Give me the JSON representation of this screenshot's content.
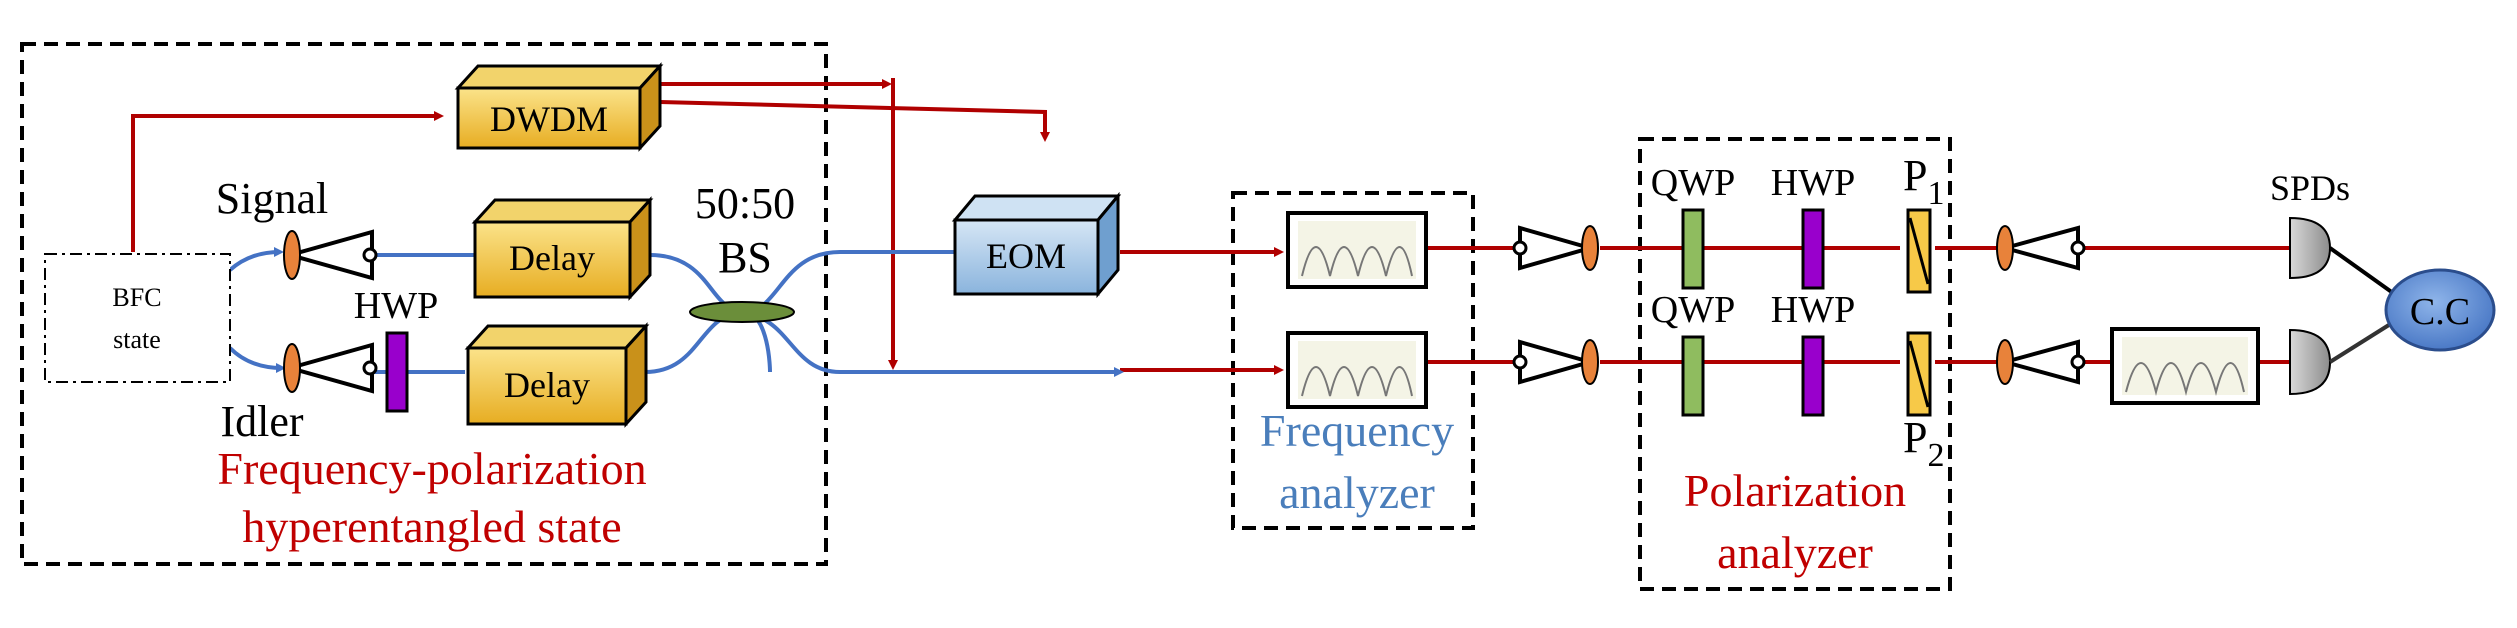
{
  "source": {
    "line1": "BFC",
    "line2": "state"
  },
  "labels": {
    "signal": "Signal",
    "idler": "Idler",
    "hwp_idler": "HWP",
    "ratio": "50:50",
    "bs": "BS",
    "qwp1": "QWP",
    "hwp1": "HWP",
    "qwp2": "QWP",
    "hwp2": "HWP",
    "p1": "P",
    "p1_sub": "1",
    "p2": "P",
    "p2_sub": "2",
    "spds": "SPDs"
  },
  "boxes": {
    "dwdm": "DWDM",
    "delay1": "Delay",
    "delay2": "Delay",
    "eom": "EOM",
    "cc": "C.C"
  },
  "region_titles": {
    "hyper_line1": "Frequency-polarization",
    "hyper_line2": "hyperentangled state",
    "freq_line1": "Frequency",
    "freq_line2": "analyzer",
    "pol_line1": "Polarization",
    "pol_line2": "analyzer"
  },
  "colors": {
    "red_path": "#b00000",
    "blue_fiber": "#4472c4",
    "box_yellow": "#f5c542",
    "box_blue": "#9dc3e6",
    "hwp_purple": "#9900cc",
    "qwp_green": "#8fbc5f",
    "polarizer_yellow": "#f7c948",
    "coupler_green": "#6b8e3a",
    "cc_blue": "#5b8dd6"
  }
}
